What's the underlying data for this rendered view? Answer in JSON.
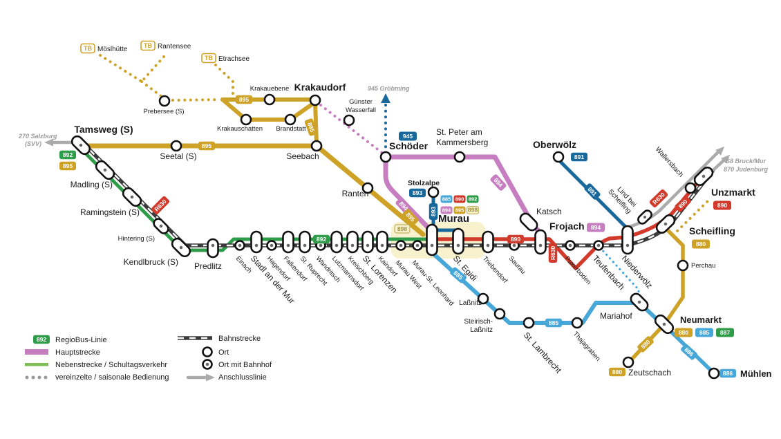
{
  "lines": {
    "l880": {
      "label": "880",
      "color": "#CEA227"
    },
    "l885": {
      "label": "885",
      "color": "#47A7D8"
    },
    "l886": {
      "label": "886",
      "color": "#47A7D8"
    },
    "l887": {
      "label": "887",
      "color": "#2F9C49"
    },
    "l890": {
      "label": "890",
      "color": "#D23A2C"
    },
    "l891": {
      "label": "891",
      "color": "#19689C"
    },
    "l892": {
      "label": "892",
      "color": "#2F9C49"
    },
    "l893": {
      "label": "893",
      "color": "#19689C"
    },
    "l894": {
      "label": "894",
      "color": "#C77EC0"
    },
    "l895": {
      "label": "895",
      "color": "#CEA227"
    },
    "l898": {
      "label": "898",
      "color": "#F7F2CD"
    },
    "l945": {
      "label": "945",
      "color": "#19689C"
    },
    "r630": {
      "label": "R630",
      "color": "#D23A2C"
    },
    "tb": {
      "label": "TB",
      "color": "#CEA227"
    }
  },
  "labels": {
    "moeslhuette": "Möslhütte",
    "rantensee": "Rantensee",
    "etrachsee": "Etrachsee",
    "prebersee": "Prebersee (S)",
    "krakauebene": "Krakauebene",
    "krakaudorf": "Krakaudorf",
    "krakauschatten": "Krakauschatten",
    "brandstatt": "Brandstatt",
    "tamsweg": "Tamsweg (S)",
    "seetal": "Seetal (S)",
    "seebach": "Seebach",
    "madling": "Madling (S)",
    "ramingstein": "Ramingstein (S)",
    "hintering": "Hintering (S)",
    "kendlbruck": "Kendlbruck (S)",
    "predlitz": "Predlitz",
    "guenster1": "Günster",
    "guenster2": "Wasserfall",
    "schoeder": "Schöder",
    "stpeter1": "St. Peter am",
    "stpeter2": "Kammersberg",
    "oberwoelz": "Oberwölz",
    "stolzalpe": "Stolzalpe",
    "murau": "Murau",
    "ranten": "Ranten",
    "einach": "Einach",
    "stadl": "Stadl an der Mur",
    "hagendorf": "Hagendorf",
    "falkendorf": "Falkendorf",
    "struprecht": "St. Ruprecht",
    "wandritsch": "Wandritsch",
    "lutzmannsdorf": "Lutzmannsdorf",
    "kreischberg": "Kreischberg",
    "stlorenzen": "St. Lorenzen",
    "kaindorf": "Kaindorf",
    "murauwest": "Murau West",
    "murauleonhard": "Murau-St. Leonhard",
    "stegidi": "St. Egidi",
    "triebendorf": "Triebendorf",
    "saurau": "Saurau",
    "frojach": "Frojach",
    "katsch": "Katsch",
    "puxerboden": "Puxerboden",
    "teufenbach": "Teufenbach",
    "niederwoelz": "Niederwölz",
    "lindbei1": "Lind bei",
    "lindbei2": "Scheifling",
    "wallersbach": "Wallersbach",
    "scheifling": "Scheifling",
    "unzmarkt": "Unzmarkt",
    "perchau": "Perchau",
    "lassnitz": "Laßnitz",
    "steirisch1": "Steirisch-",
    "steirisch2": "Laßnitz",
    "stlambrecht": "St. Lambrecht",
    "thajagraben": "Thajagraben",
    "mariahof": "Mariahof",
    "neumarkt": "Neumarkt",
    "zeutschach": "Zeutschach",
    "muehlen": "Mühlen"
  },
  "arrows": {
    "salzburg1": "270 Salzburg",
    "salzburg2": "(SVV)",
    "groebming": "945 Gröbming",
    "bruck": "S8 Bruck/Mur",
    "judenburg": "870 Judenburg"
  },
  "legend": {
    "regiobus": "RegioBus-Linie",
    "haupt": "Hauptstrecke",
    "neben": "Nebenstrecke / Schultagsverkehr",
    "saisonal": "vereinzelte / saisonale Bedienung",
    "bahn": "Bahnstrecke",
    "ort": "Ort",
    "ortbf": "Ort mit Bahnhof",
    "anschluss": "Anschlusslinie"
  }
}
